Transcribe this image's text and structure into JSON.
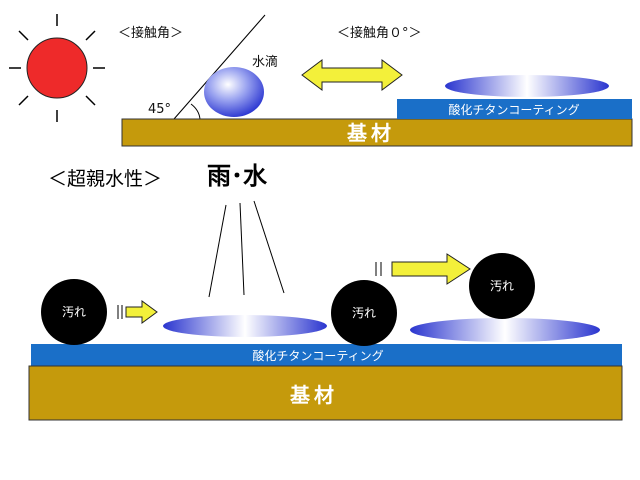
{
  "labels": {
    "contact_angle": "＜接触角＞",
    "contact_angle_zero": "＜接触角０°＞",
    "water_drop": "水滴",
    "angle_value": "45°",
    "super_hydrophilic": "＜超親水性＞",
    "rain_water": "雨･水",
    "coating": "酸化チタンコーティング",
    "substrate": "基材",
    "dirt": "汚れ"
  },
  "colors": {
    "sun": "#ee2a2a",
    "substrate": "#c59a0c",
    "coating": "#1a6fc8",
    "arrow": "#f3f03a",
    "dirt": "#000000"
  }
}
